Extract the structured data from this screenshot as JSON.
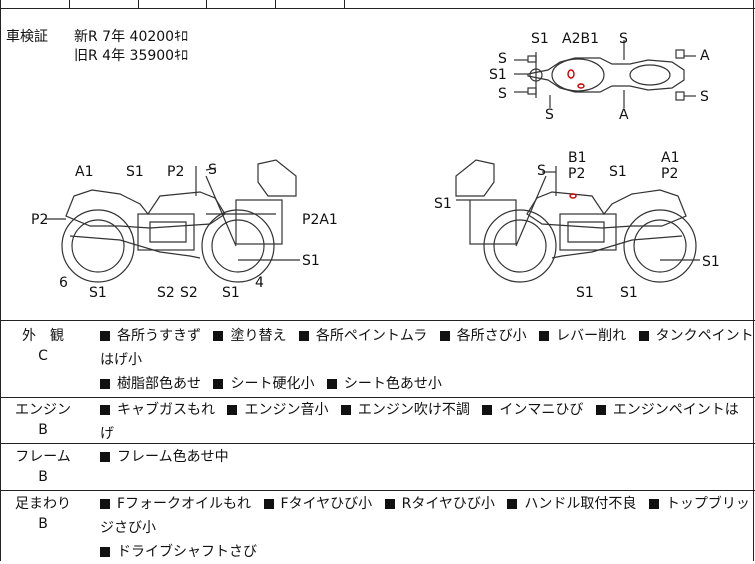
{
  "inspection": {
    "label": "車検証",
    "new_row": "新R  7年  40200ｷﾛ",
    "old_row": "旧R  4年  35900ｷﾛ"
  },
  "diagram_labels": {
    "top": [
      "S1",
      "A2B1",
      "S",
      "S",
      "S1",
      "S",
      "A",
      "S",
      "S",
      "A"
    ],
    "left": [
      "A1",
      "S1",
      "P2",
      "S",
      "P2",
      "P2A1",
      "S1",
      "6",
      "S1",
      "S2",
      "S2",
      "S1",
      "4"
    ],
    "right": [
      "B1",
      "S",
      "P2",
      "S1",
      "A1",
      "P2",
      "S1",
      "S1",
      "S1",
      "S1"
    ]
  },
  "sections": [
    {
      "category": "外　観",
      "grade": "C",
      "lines": [
        [
          "各所うすきず",
          "塗り替え",
          "各所ペイントムラ",
          "各所さび小",
          "レバー削れ",
          "タンクペイントはげ小"
        ],
        [
          "樹脂部色あせ",
          "シート硬化小",
          "シート色あせ小"
        ]
      ]
    },
    {
      "category": "エンジン",
      "grade": "B",
      "lines": [
        [
          "キャブガスもれ",
          "エンジン音小",
          "エンジン吹け不調",
          "インマニひび",
          "エンジンペイントはげ"
        ]
      ]
    },
    {
      "category": "フレーム",
      "grade": "B",
      "lines": [
        [
          "フレーム色あせ中"
        ]
      ]
    },
    {
      "category": "足まわり",
      "grade": "B",
      "lines": [
        [
          "Fフォークオイルもれ",
          "Fタイヤひび小",
          "Rタイヤひび小",
          "ハンドル取付不良",
          "トップブリッジさび小"
        ],
        [
          "ドライブシャフトさび"
        ]
      ]
    }
  ]
}
